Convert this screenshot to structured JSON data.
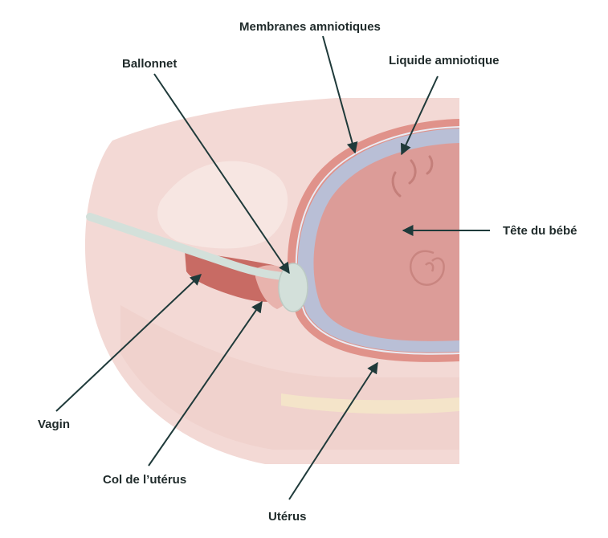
{
  "labels": {
    "membranes": "Membranes amniotiques",
    "liquide": "Liquide amniotique",
    "ballonnet": "Ballonnet",
    "tete": "Tête du bébé",
    "vagin": "Vagin",
    "col": "Col de l’utérus",
    "uterus": "Utérus"
  },
  "colors": {
    "skin": "#f3d9d5",
    "tissue": "#e8b3ad",
    "uterine_wall": "#e0928a",
    "fluid": "#b9bfd6",
    "head": "#dc9c98",
    "catheter": "#d3e0da",
    "arrow": "#1f3a3a"
  }
}
